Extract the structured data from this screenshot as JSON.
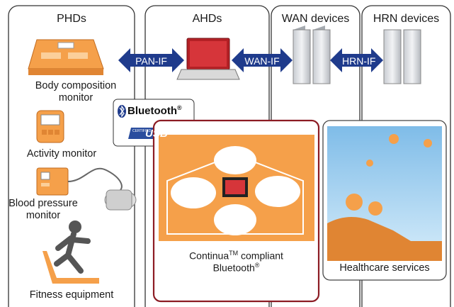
{
  "columns": {
    "phds": "PHDs",
    "ahds": "AHDs",
    "wan": "WAN devices",
    "hrn": "HRN devices"
  },
  "devices": {
    "body_composition_1": "Body composition",
    "body_composition_2": "monitor",
    "activity": "Activity monitor",
    "blood_pressure_1": "Blood pressure",
    "blood_pressure_2": "monitor",
    "fitness": "Fitness equipment"
  },
  "interfaces": {
    "pan": "PAN-IF",
    "wan": "WAN-IF",
    "hrn": "HRN-IF"
  },
  "logos": {
    "bluetooth": "Bluetooth",
    "bluetooth_mark": "®",
    "usb": "USB",
    "usb_small": "CERTIFIED"
  },
  "continua": {
    "line1_a": "Continua",
    "tm": "TM",
    "line1_b": " compliant",
    "line2": "Bluetooth",
    "reg": "®"
  },
  "healthcare": "Healthcare services",
  "colors": {
    "orange": "#f5a04a",
    "navy": "#1f3b8c",
    "maroon": "#8c1c24",
    "sky": "#a9d4f0"
  }
}
